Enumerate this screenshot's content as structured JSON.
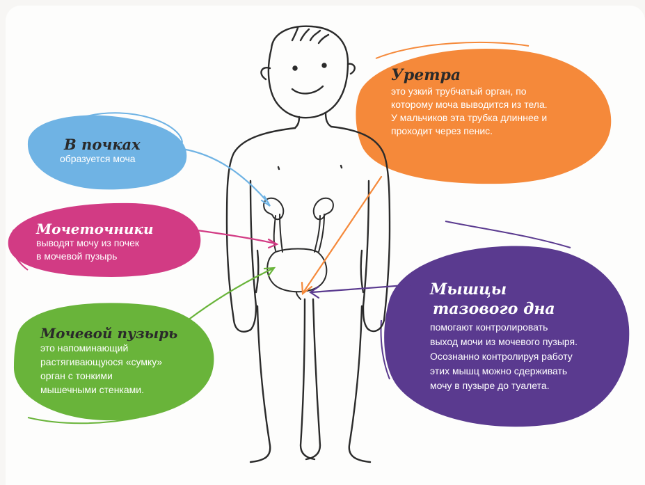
{
  "labels": {
    "kidneys": {
      "title": "В почках",
      "lines": [
        "образуется моча"
      ]
    },
    "ureters": {
      "title": "Мочеточники",
      "lines": [
        "выводят мочу из почек",
        "в мочевой пузырь"
      ]
    },
    "bladder": {
      "title": "Мочевой пузырь",
      "lines": [
        "это напоминающий",
        "растягивающуюся «сумку»",
        "орган с тонкими",
        "мышечными стенками."
      ]
    },
    "urethra": {
      "title": "Уретра",
      "lines": [
        "это узкий трубчатый орган, по",
        "которому моча выводится из тела.",
        "У мальчиков эта трубка длиннее и",
        "проходит через пенис."
      ]
    },
    "muscles": {
      "title_lines": [
        "Мышцы",
        "тазового дна"
      ],
      "lines": [
        "помогают контролировать",
        "выход мочи из мочевого пузыря.",
        "Осознанно контролируя работу",
        "этих мышц можно сдерживать",
        "мочу в пузыре до туалета."
      ]
    }
  },
  "colors": {
    "kidneys": "#6fb3e4",
    "ureters": "#d23b84",
    "bladder": "#69b43a",
    "urethra": "#f5893a",
    "muscles": "#5a3a8f",
    "outline": "#2b2b2b"
  }
}
